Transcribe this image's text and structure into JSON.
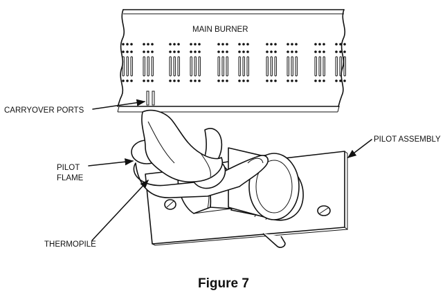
{
  "labels": {
    "main_burner": "MAIN BURNER",
    "carryover_ports": "CARRYOVER PORTS",
    "pilot_assembly": "PILOT ASSEMBLY",
    "pilot_flame_line1": "PILOT",
    "pilot_flame_line2": "FLAME",
    "thermopile": "THERMOPILE"
  },
  "caption": "Figure 7",
  "colors": {
    "line": "#111111",
    "background": "#ffffff"
  }
}
